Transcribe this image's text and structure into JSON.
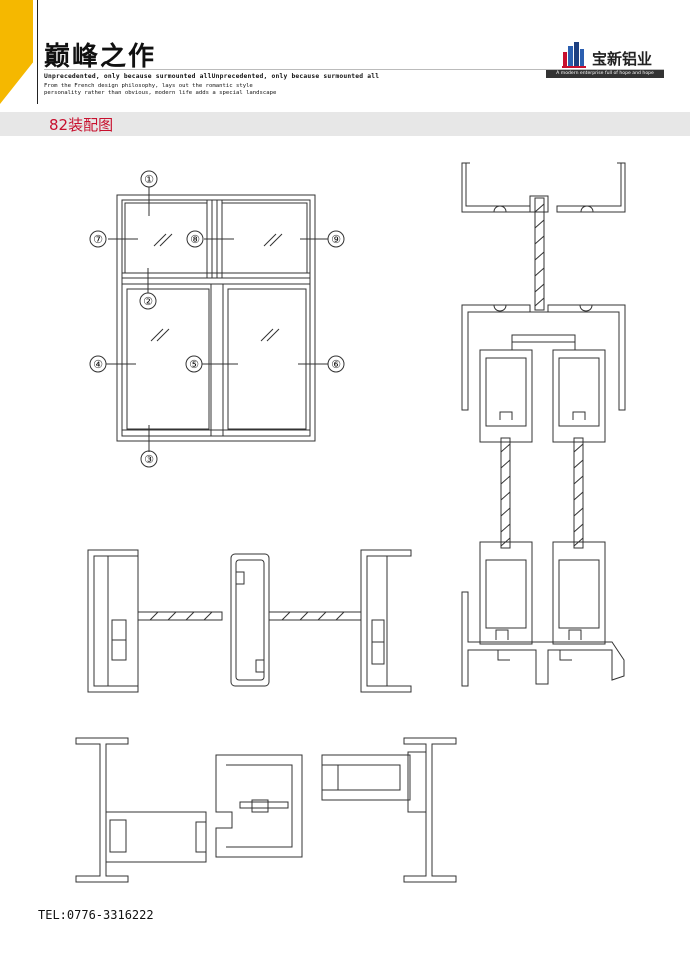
{
  "header": {
    "title": "巅峰之作",
    "slogan_line1": "Unprecedented, only because surmounted allUnprecedented, only because surmounted all",
    "slogan_line2": "From the French design philosophy, lays out the romantic style",
    "slogan_line3": "personality rather than obvious, modern life adds a special landscape",
    "accent_color": "#f5b800"
  },
  "brand": {
    "name": "宝新铝业",
    "tagline": "A modern enterprise full of hope and hope",
    "logo_icon": "building-bars-logo"
  },
  "section": {
    "title": "82装配图",
    "title_color": "#c8102e"
  },
  "window_diagram": {
    "callouts": [
      "①",
      "②",
      "③",
      "④",
      "⑤",
      "⑥",
      "⑦",
      "⑧",
      "⑨"
    ]
  },
  "footer": {
    "tel": "TEL:0776-3316222"
  }
}
